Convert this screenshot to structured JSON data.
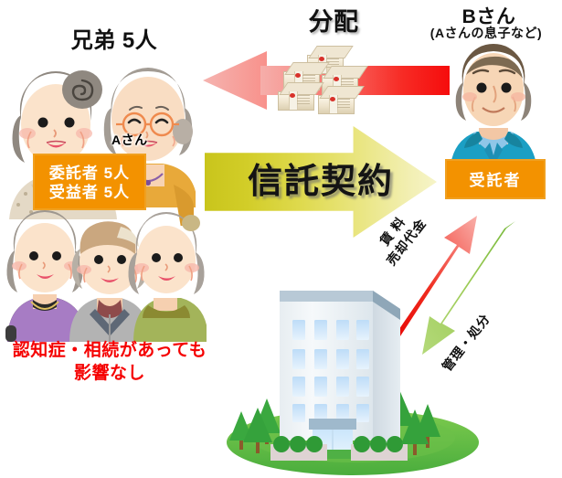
{
  "diagram": {
    "title_siblings": "兄弟 5人",
    "bsan_title": "Bさん",
    "bsan_subtitle": "(Aさんの息子など)",
    "asan_label": "Aさん",
    "distribution_label": "分配",
    "trust_contract_label": "信託契約",
    "no_impact_line1": "認知症・相続があっても",
    "no_impact_line2": "影響なし"
  },
  "boxes": {
    "settlor_line1": "委託者 5人",
    "settlor_line2": "受益者 5人",
    "trustee": "受託者"
  },
  "diagonal_arrows": {
    "rent_line1": "賃 料",
    "rent_line2": "売却代金",
    "manage": "管理・処分"
  },
  "colors": {
    "orange_box": "#f39200",
    "orange_border": "#f0a020",
    "red_arrow": "#f60c0c",
    "red_arrow_light": "#f5b2ae",
    "yellow_arrow_dark": "#c9c51c",
    "yellow_arrow_light": "#f6f4c8",
    "caption_red": "#f50000",
    "green_arrow": "#9ecb54",
    "building_body": "#f2f5f7",
    "building_window": "#bcdcf7",
    "lawn": "#55b947"
  },
  "icons": {
    "money": "money-bundle-icon",
    "building": "office-building-icon",
    "tree": "tree-icon",
    "person_a": "elderly-woman-glasses-icon",
    "person_b": "middle-aged-man-icon"
  }
}
